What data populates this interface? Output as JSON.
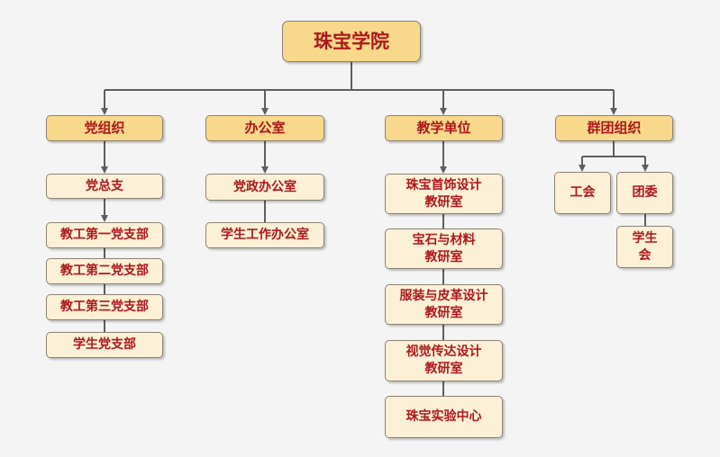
{
  "root": {
    "label": "珠宝学院"
  },
  "branches": [
    {
      "label": "党组织",
      "children": [
        "党总支",
        "教工第一党支部",
        "教工第二党支部",
        "教工第三党支部",
        "学生党支部"
      ]
    },
    {
      "label": "办公室",
      "children": [
        "党政办公室",
        "学生工作办公室"
      ]
    },
    {
      "label": "教学单位",
      "children": [
        "珠宝首饰设计\n教研室",
        "宝石与材料\n教研室",
        "服装与皮革设计\n教研室",
        "视觉传达设计\n教研室",
        "珠宝实验中心"
      ]
    },
    {
      "label": "群团组织",
      "children": [
        "工会",
        "团委",
        "学生\n会"
      ]
    }
  ],
  "colors": {
    "line": "#5e5e5e",
    "text": "#b0171c",
    "header_fill": "#f8d88a",
    "node_fill": "#fcf1d6",
    "border": "#8a8172"
  }
}
